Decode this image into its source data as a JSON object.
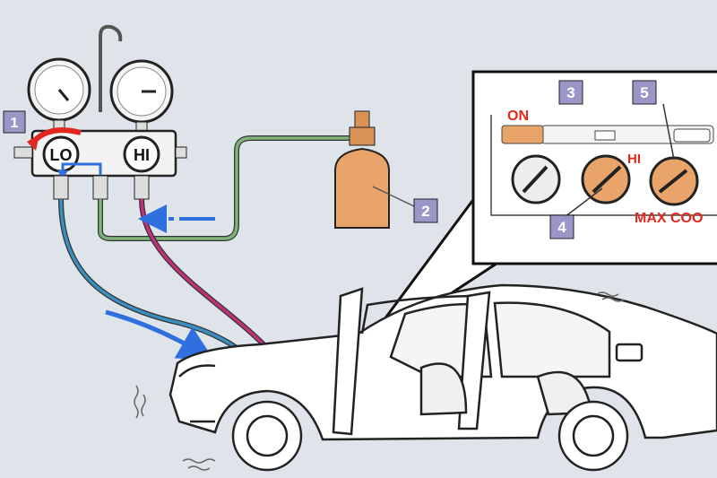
{
  "gauges": {
    "low_label": "LO",
    "high_label": "HI"
  },
  "callouts": {
    "c1": "1",
    "c2": "2",
    "c3": "3",
    "c4": "4",
    "c5": "5"
  },
  "panel": {
    "on_label": "ON",
    "hi_label": "HI",
    "max_cool_label": "MAX COO"
  },
  "colors": {
    "background": "#dfe4ea",
    "low_hose": "#3a8fbf",
    "high_hose": "#c0317a",
    "charge_hose": "#7fb37a",
    "flow_arrow": "#2f6fe0",
    "red_accent": "#e0281e",
    "canister": "#e9a46a",
    "callout_box": "#9a97c8"
  }
}
